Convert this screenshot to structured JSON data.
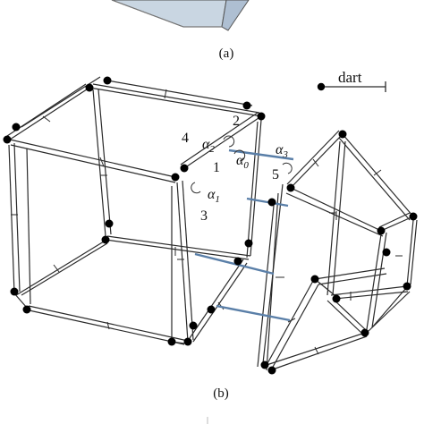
{
  "panel_a": {
    "caption": "(a)"
  },
  "panel_b": {
    "caption": "(b)",
    "legend": {
      "label": "dart"
    },
    "dart_numbers": [
      "1",
      "2",
      "3",
      "4",
      "5"
    ],
    "involutions": [
      {
        "symbol": "α",
        "subscript": "0"
      },
      {
        "symbol": "α",
        "subscript": "1"
      },
      {
        "symbol": "α",
        "subscript": "2"
      },
      {
        "symbol": "α",
        "subscript": "3"
      }
    ]
  },
  "colors": {
    "dart_line": "#2b2b2b",
    "sew_link": "#5a7fa8",
    "vertex": "#000000",
    "solid_top_face": "#c9d6e2",
    "solid_side_face": "#b6c7d8"
  }
}
